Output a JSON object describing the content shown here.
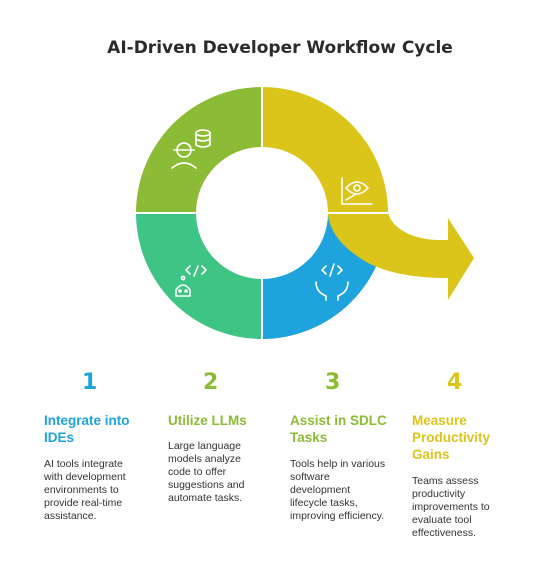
{
  "title": "AI-Driven Developer Workflow Cycle",
  "colors": {
    "blue": "#1fa3dc",
    "green": "#3ec585",
    "lime": "#8cbb35",
    "yellow": "#dbc51a"
  },
  "segments": [
    {
      "icon": "robot-code-icon",
      "color": "#3ec585"
    },
    {
      "icon": "developer-database-icon",
      "color": "#8cbb35"
    },
    {
      "icon": "eye-chart-icon",
      "color": "#dbc51a"
    },
    {
      "icon": "hands-code-icon",
      "color": "#1fa3dc"
    }
  ],
  "steps": [
    {
      "number": "1",
      "heading_lines": [
        "Integrate into",
        "IDEs"
      ],
      "desc_lines": [
        "AI tools integrate",
        "with development",
        "environments to",
        "provide real-time",
        "assistance."
      ],
      "color": "#1fa3dc"
    },
    {
      "number": "2",
      "heading_lines": [
        "Utilize LLMs"
      ],
      "desc_lines": [
        "Large language",
        "models analyze",
        "code to offer",
        "suggestions and",
        "automate tasks."
      ],
      "color": "#8cbb35"
    },
    {
      "number": "3",
      "heading_lines": [
        "Assist in SDLC",
        "Tasks"
      ],
      "desc_lines": [
        "Tools help in various",
        "software",
        "development",
        "lifecycle tasks,",
        "improving efficiency."
      ],
      "color": "#8cbb35"
    },
    {
      "number": "4",
      "heading_lines": [
        "Measure",
        "Productivity",
        "Gains"
      ],
      "desc_lines": [
        "Teams assess",
        "productivity",
        "improvements to",
        "evaluate tool",
        "effectiveness."
      ],
      "color": "#dbc51a"
    }
  ]
}
